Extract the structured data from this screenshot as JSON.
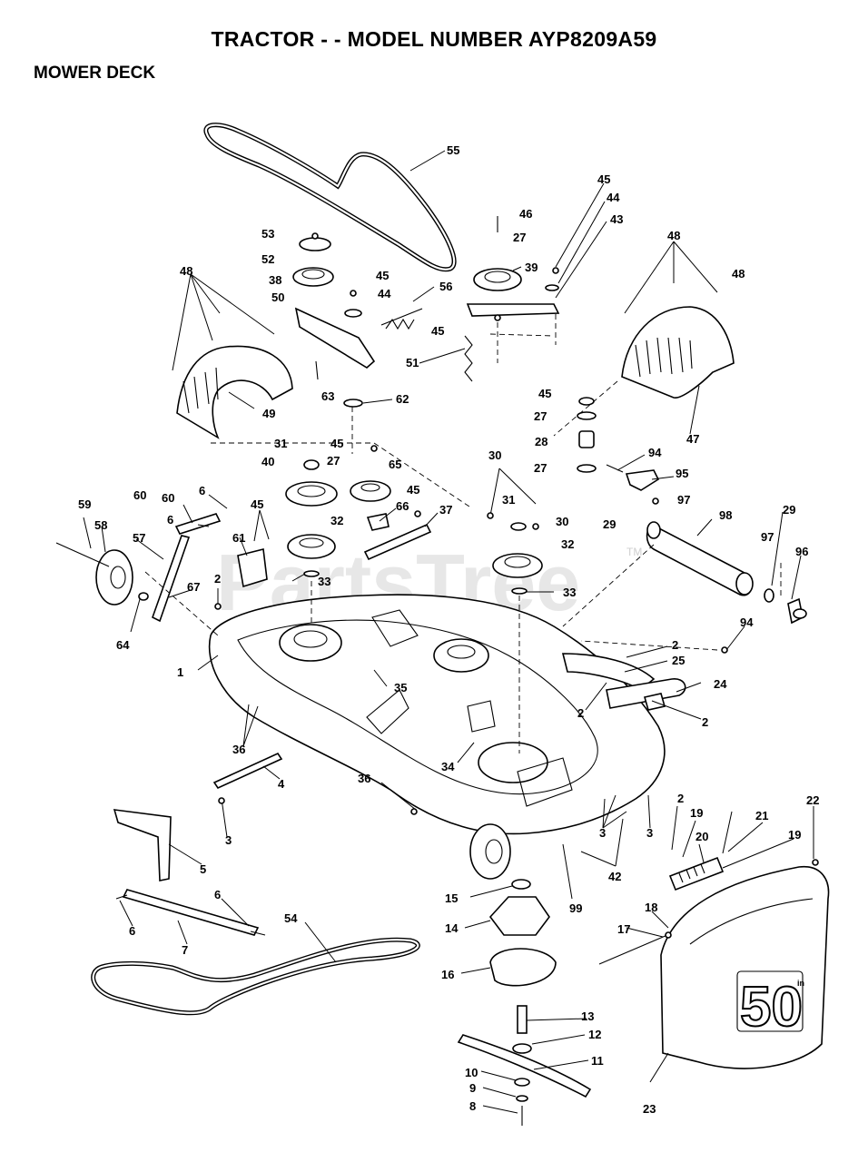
{
  "header": {
    "title": "TRACTOR - - MODEL NUMBER AYP8209A59",
    "subtitle": "MOWER DECK"
  },
  "watermark": {
    "text": "PartsTree",
    "trademark": "TM"
  },
  "decal": {
    "text": "50",
    "suffix": "in"
  },
  "callouts": [
    "55",
    "45",
    "46",
    "44",
    "43",
    "27",
    "39",
    "53",
    "52",
    "45",
    "44",
    "56",
    "38",
    "50",
    "48",
    "45",
    "51",
    "48",
    "48",
    "63",
    "62",
    "49",
    "47",
    "45",
    "27",
    "28",
    "27",
    "31",
    "45",
    "27",
    "65",
    "30",
    "94",
    "95",
    "40",
    "45",
    "97",
    "60",
    "6",
    "66",
    "37",
    "31",
    "30",
    "29",
    "98",
    "29",
    "59",
    "6",
    "45",
    "32",
    "32",
    "97",
    "96",
    "58",
    "57",
    "60",
    "61",
    "33",
    "33",
    "67",
    "2",
    "64",
    "94",
    "2",
    "1",
    "25",
    "35",
    "24",
    "2",
    "2",
    "36",
    "34",
    "36",
    "4",
    "3",
    "3",
    "3",
    "2",
    "19",
    "21",
    "22",
    "20",
    "19",
    "42",
    "99",
    "5",
    "6",
    "15",
    "18",
    "17",
    "6",
    "14",
    "54",
    "7",
    "16",
    "13",
    "12",
    "11",
    "10",
    "9",
    "8",
    "23"
  ]
}
